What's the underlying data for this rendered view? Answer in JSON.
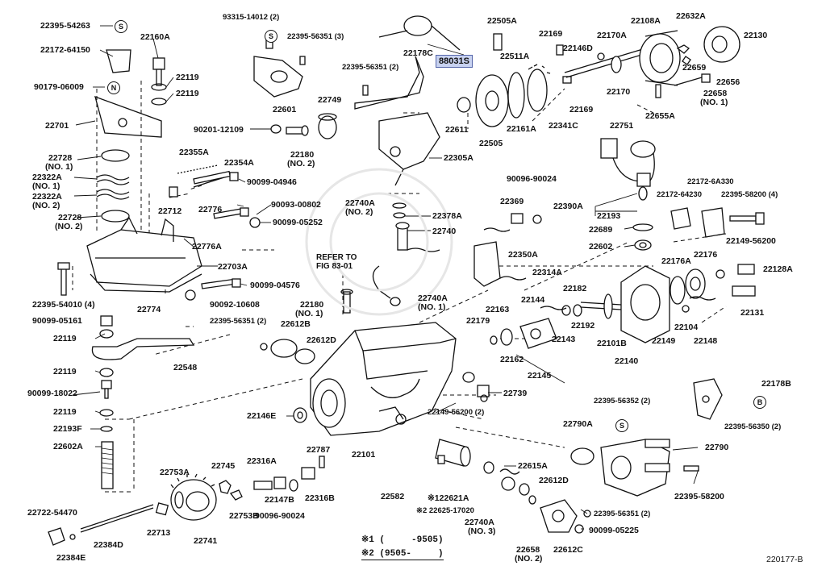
{
  "diagram": {
    "highlight": "88031S",
    "footer_code": "220177-B",
    "refer_note": [
      "REFER TO",
      "FIG 83-01"
    ],
    "legend": [
      "※1 (     -9505)",
      "※2 (9505-     )"
    ],
    "badges": {
      "s1": "S",
      "n1": "N",
      "s2": "S",
      "s3": "S",
      "b1": "B"
    },
    "labels": {
      "p22395_54263": "22395-54263",
      "p22172_64150": "22172-64150",
      "p90179_06009": "90179-06009",
      "p22160A": "22160A",
      "p22119a": "22119",
      "p22119b": "22119",
      "p22701": "22701",
      "p22728_1": "22728",
      "p22728_1n": "(NO. 1)",
      "p22322A_1": "22322A",
      "p22322A_1n": "(NO. 1)",
      "p22322A_2": "22322A",
      "p22322A_2n": "(NO. 2)",
      "p22728_2": "22728",
      "p22728_2n": "(NO. 2)",
      "p22355A": "22355A",
      "p22354A": "22354A",
      "p90099_04946": "90099-04946",
      "p22712": "22712",
      "p22776": "22776",
      "p90093_00802": "90093-00802",
      "p90099_05252": "90099-05252",
      "p22776A": "22776A",
      "p22703A": "22703A",
      "p90099_04576": "90099-04576",
      "p22774": "22774",
      "p90092_10608": "90092-10608",
      "p22395_54010": "22395-54010 (4)",
      "p90099_05161": "90099-05161",
      "p22119c": "22119",
      "p22548": "22548",
      "p22119d": "22119",
      "p90099_18022": "90099-18022",
      "p22119e": "22119",
      "p22193F": "22193F",
      "p22602A": "22602A",
      "p22722_54470": "22722-54470",
      "p22384E": "22384E",
      "p22384D": "22384D",
      "p22713": "22713",
      "p22753A": "22753A",
      "p22741": "22741",
      "p22745": "22745",
      "p22753B": "22753B",
      "p22316A": "22316A",
      "p22147B": "22147B",
      "p90096_90024b": "90096-90024",
      "p22316B": "22316B",
      "p22787": "22787",
      "p93315_14012": "93315-14012 (2)",
      "p22395_56351_3": "22395-56351 (3)",
      "p22601": "22601",
      "p22749": "22749",
      "p90201_12109": "90201-12109",
      "p22180_2": "22180",
      "p22180_2n": "(NO. 2)",
      "p22395_56351_2a": "22395-56351 (2)",
      "p22178C": "22178C",
      "p22305A": "22305A",
      "p22505A": "22505A",
      "p22511A": "22511A",
      "p22611": "22611",
      "p22505": "22505",
      "p22161A": "22161A",
      "p22341C": "22341C",
      "p22169a": "22169",
      "p22146D": "22146D",
      "p22169b": "22169",
      "p22170A": "22170A",
      "p22108A": "22108A",
      "p22632A": "22632A",
      "p22130": "22130",
      "p22170": "22170",
      "p22659": "22659",
      "p22656": "22656",
      "p22658_1": "22658",
      "p22658_1n": "(NO. 1)",
      "p22655A": "22655A",
      "p22751": "22751",
      "p90096_90024a": "90096-90024",
      "p22740A_2": "22740A",
      "p22740A_2n": "(NO. 2)",
      "p22378A": "22378A",
      "p22369": "22369",
      "p22740": "22740",
      "p22390A": "22390A",
      "p22193": "22193",
      "p22172_6A330": "22172-6A330",
      "p22172_64230": "22172-64230",
      "p22395_58200_4": "22395-58200 (4)",
      "p22689": "22689",
      "p22602": "22602",
      "p22149_56200a": "22149-56200",
      "p22350A": "22350A",
      "p22314A": "22314A",
      "p22176A": "22176A",
      "p22176": "22176",
      "p22128A": "22128A",
      "p22740A_1": "22740A",
      "p22740A_1n": "(NO. 1)",
      "p22180_1": "22180",
      "p22180_1n": "(NO. 1)",
      "p22395_56351_2b": "22395-56351 (2)",
      "p22612B": "22612B",
      "p22612D_a": "22612D",
      "p22144": "22144",
      "p22182": "22182",
      "p22163": "22163",
      "p22179": "22179",
      "p22192": "22192",
      "p22143": "22143",
      "p22101B": "22101B",
      "p22162": "22162",
      "p22145": "22145",
      "p22140": "22140",
      "p22149": "22149",
      "p22104": "22104",
      "p22148": "22148",
      "p22131": "22131",
      "p22739": "22739",
      "p22149_56200_2": "22149-56200 (2)",
      "p22146E": "22146E",
      "p22101": "22101",
      "p22178B": "22178B",
      "p22395_56352": "22395-56352 (2)",
      "p22395_56350": "22395-56350 (2)",
      "p22790A": "22790A",
      "p22790": "22790",
      "p22395_58200": "22395-58200",
      "p22582": "22582",
      "p22615A": "22615A",
      "p22612D_b": "22612D",
      "p122621A": "※122621A",
      "p22625_17020": "※2 22625-17020",
      "p22740A_3": "22740A",
      "p22740A_3n": "(NO. 3)",
      "p22395_56351_2c": "22395-56351 (2)",
      "p90099_05225": "90099-05225",
      "p22658_2": "22658",
      "p22658_2n": "(NO. 2)",
      "p22612C": "22612C"
    }
  }
}
